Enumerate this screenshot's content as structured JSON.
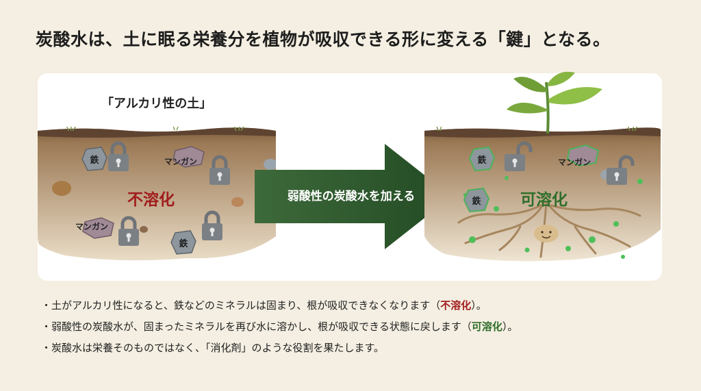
{
  "title": "炭酸水は、土に眠る栄養分を植物が吸収できる形に変える「鍵」となる。",
  "left": {
    "heading": "「アルカリ性の土」",
    "status": "不溶化",
    "ores": {
      "iron": "鉄",
      "manganese": "マンガン"
    }
  },
  "arrow": {
    "label": "弱酸性の炭酸水を加える"
  },
  "right": {
    "status": "可溶化",
    "ores": {
      "iron": "鉄",
      "manganese": "マンガン"
    }
  },
  "bullets": [
    {
      "text": "土がアルカリ性になると、鉄などのミネラルは固まり、根が吸収できなくなります（",
      "highlight": "不溶化",
      "after": "）。"
    },
    {
      "text": "弱酸性の炭酸水が、固まったミネラルを再び水に溶かし、根が吸収できる状態に戻します（",
      "highlight": "可溶化",
      "after": "）。"
    },
    {
      "text": "炭酸水は栄養そのものではなく、「消化剤」のような役割を果たします。"
    }
  ],
  "colors": {
    "background": "#f4efe2",
    "insoluble_red": "#a11d1d",
    "soluble_green": "#2f6e2a",
    "arrow_green": "#2d5a2c",
    "soil_brown": "#8b6b4a"
  }
}
